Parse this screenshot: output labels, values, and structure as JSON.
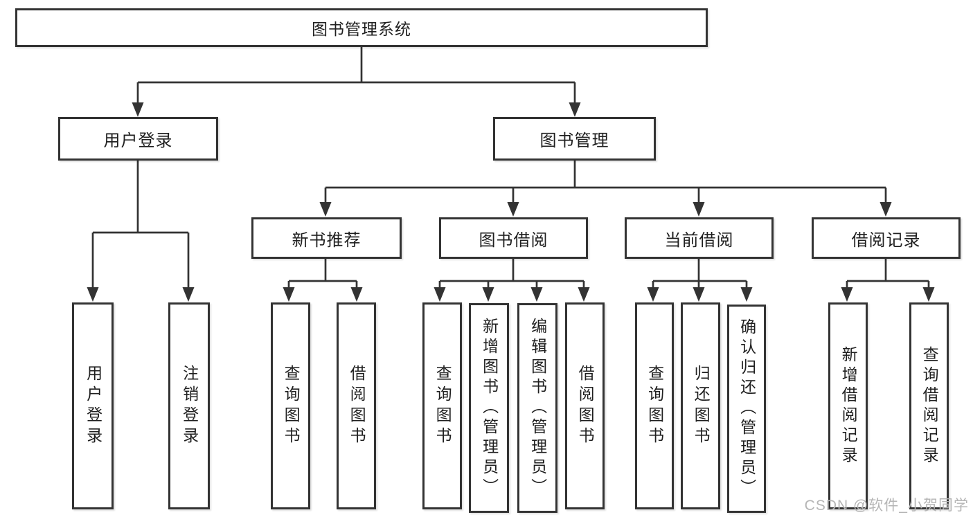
{
  "nodes": {
    "root": "图书管理系统",
    "user_login": "用户登录",
    "book_mgmt": "图书管理",
    "new_book_rec": "新书推荐",
    "book_borrow": "图书借阅",
    "current_borrow": "当前借阅",
    "borrow_records": "借阅记录",
    "leaf_user_login": "用户登录",
    "leaf_logout": "注销登录",
    "rec_query_book": "查询图书",
    "rec_borrow_book": "借阅图书",
    "bb_query_book": "查询图书",
    "bb_add_book": "新增图书（管理员）",
    "bb_edit_book": "编辑图书（管理员）",
    "bb_borrow_book": "借阅图书",
    "cb_query_book": "查询图书",
    "cb_return_book": "归还图书",
    "cb_confirm_return": "确认归还（管理员）",
    "br_add_record": "新增借阅记录",
    "br_query_record": "查询借阅记录"
  },
  "watermark": {
    "text": "CSDN @软件_小贺同学"
  },
  "colors": {
    "line": "#333333",
    "box_border": "#333333",
    "text": "#1f1f1f",
    "watermark": "#b5b5b5",
    "background": "#ffffff"
  }
}
